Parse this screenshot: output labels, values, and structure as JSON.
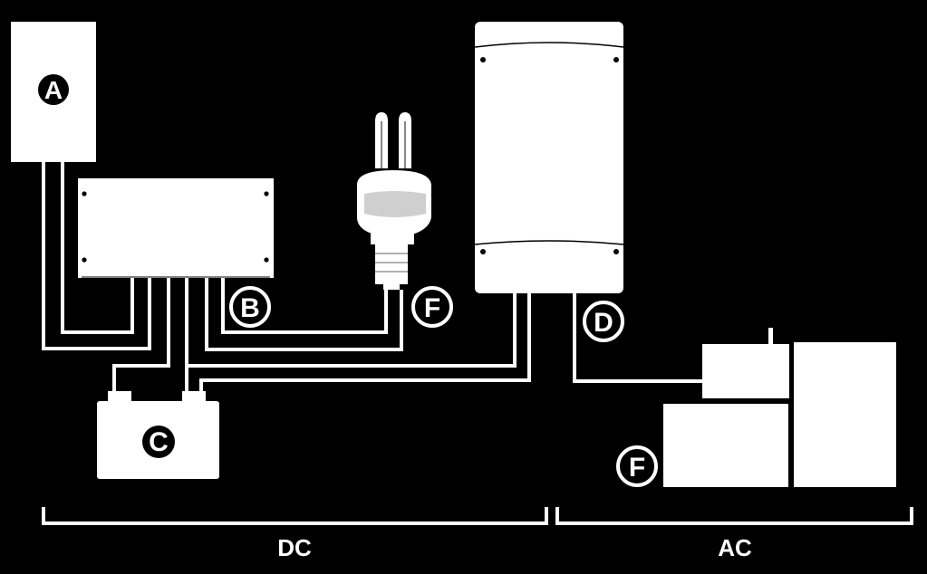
{
  "colors": {
    "background": "#000000",
    "foreground": "#ffffff"
  },
  "markers": {
    "a": "A",
    "b": "B",
    "c": "C",
    "d": "D",
    "f_dc": "F",
    "f_ac": "F"
  },
  "ranges": {
    "dc": "DC",
    "ac": "AC"
  }
}
